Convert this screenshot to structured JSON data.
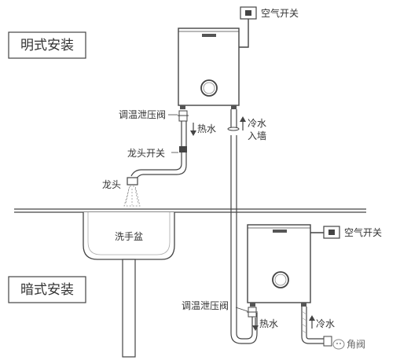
{
  "colors": {
    "line": "#444444",
    "text": "#333333",
    "box_fill": "#ffffff",
    "pipe_grey": "#bbbbbb"
  },
  "sections": {
    "exposed": "明式安装",
    "concealed": "暗式安装"
  },
  "top": {
    "air_switch": "空气开关",
    "valve": "调温泄压阀",
    "hot_water": "热水",
    "cold_water": "冷水",
    "into_wall": "入墙",
    "faucet_switch": "龙头开关",
    "faucet": "龙头"
  },
  "sink": {
    "label": "洗手盆"
  },
  "bottom": {
    "air_switch": "空气开关",
    "valve": "调温泄压阀",
    "hot_water": "热水",
    "cold_water": "冷水"
  },
  "watermark": "角阀",
  "icons": [
    "power-cord-icon",
    "water-flow-arrow-icon",
    "wechat-logo-icon"
  ]
}
